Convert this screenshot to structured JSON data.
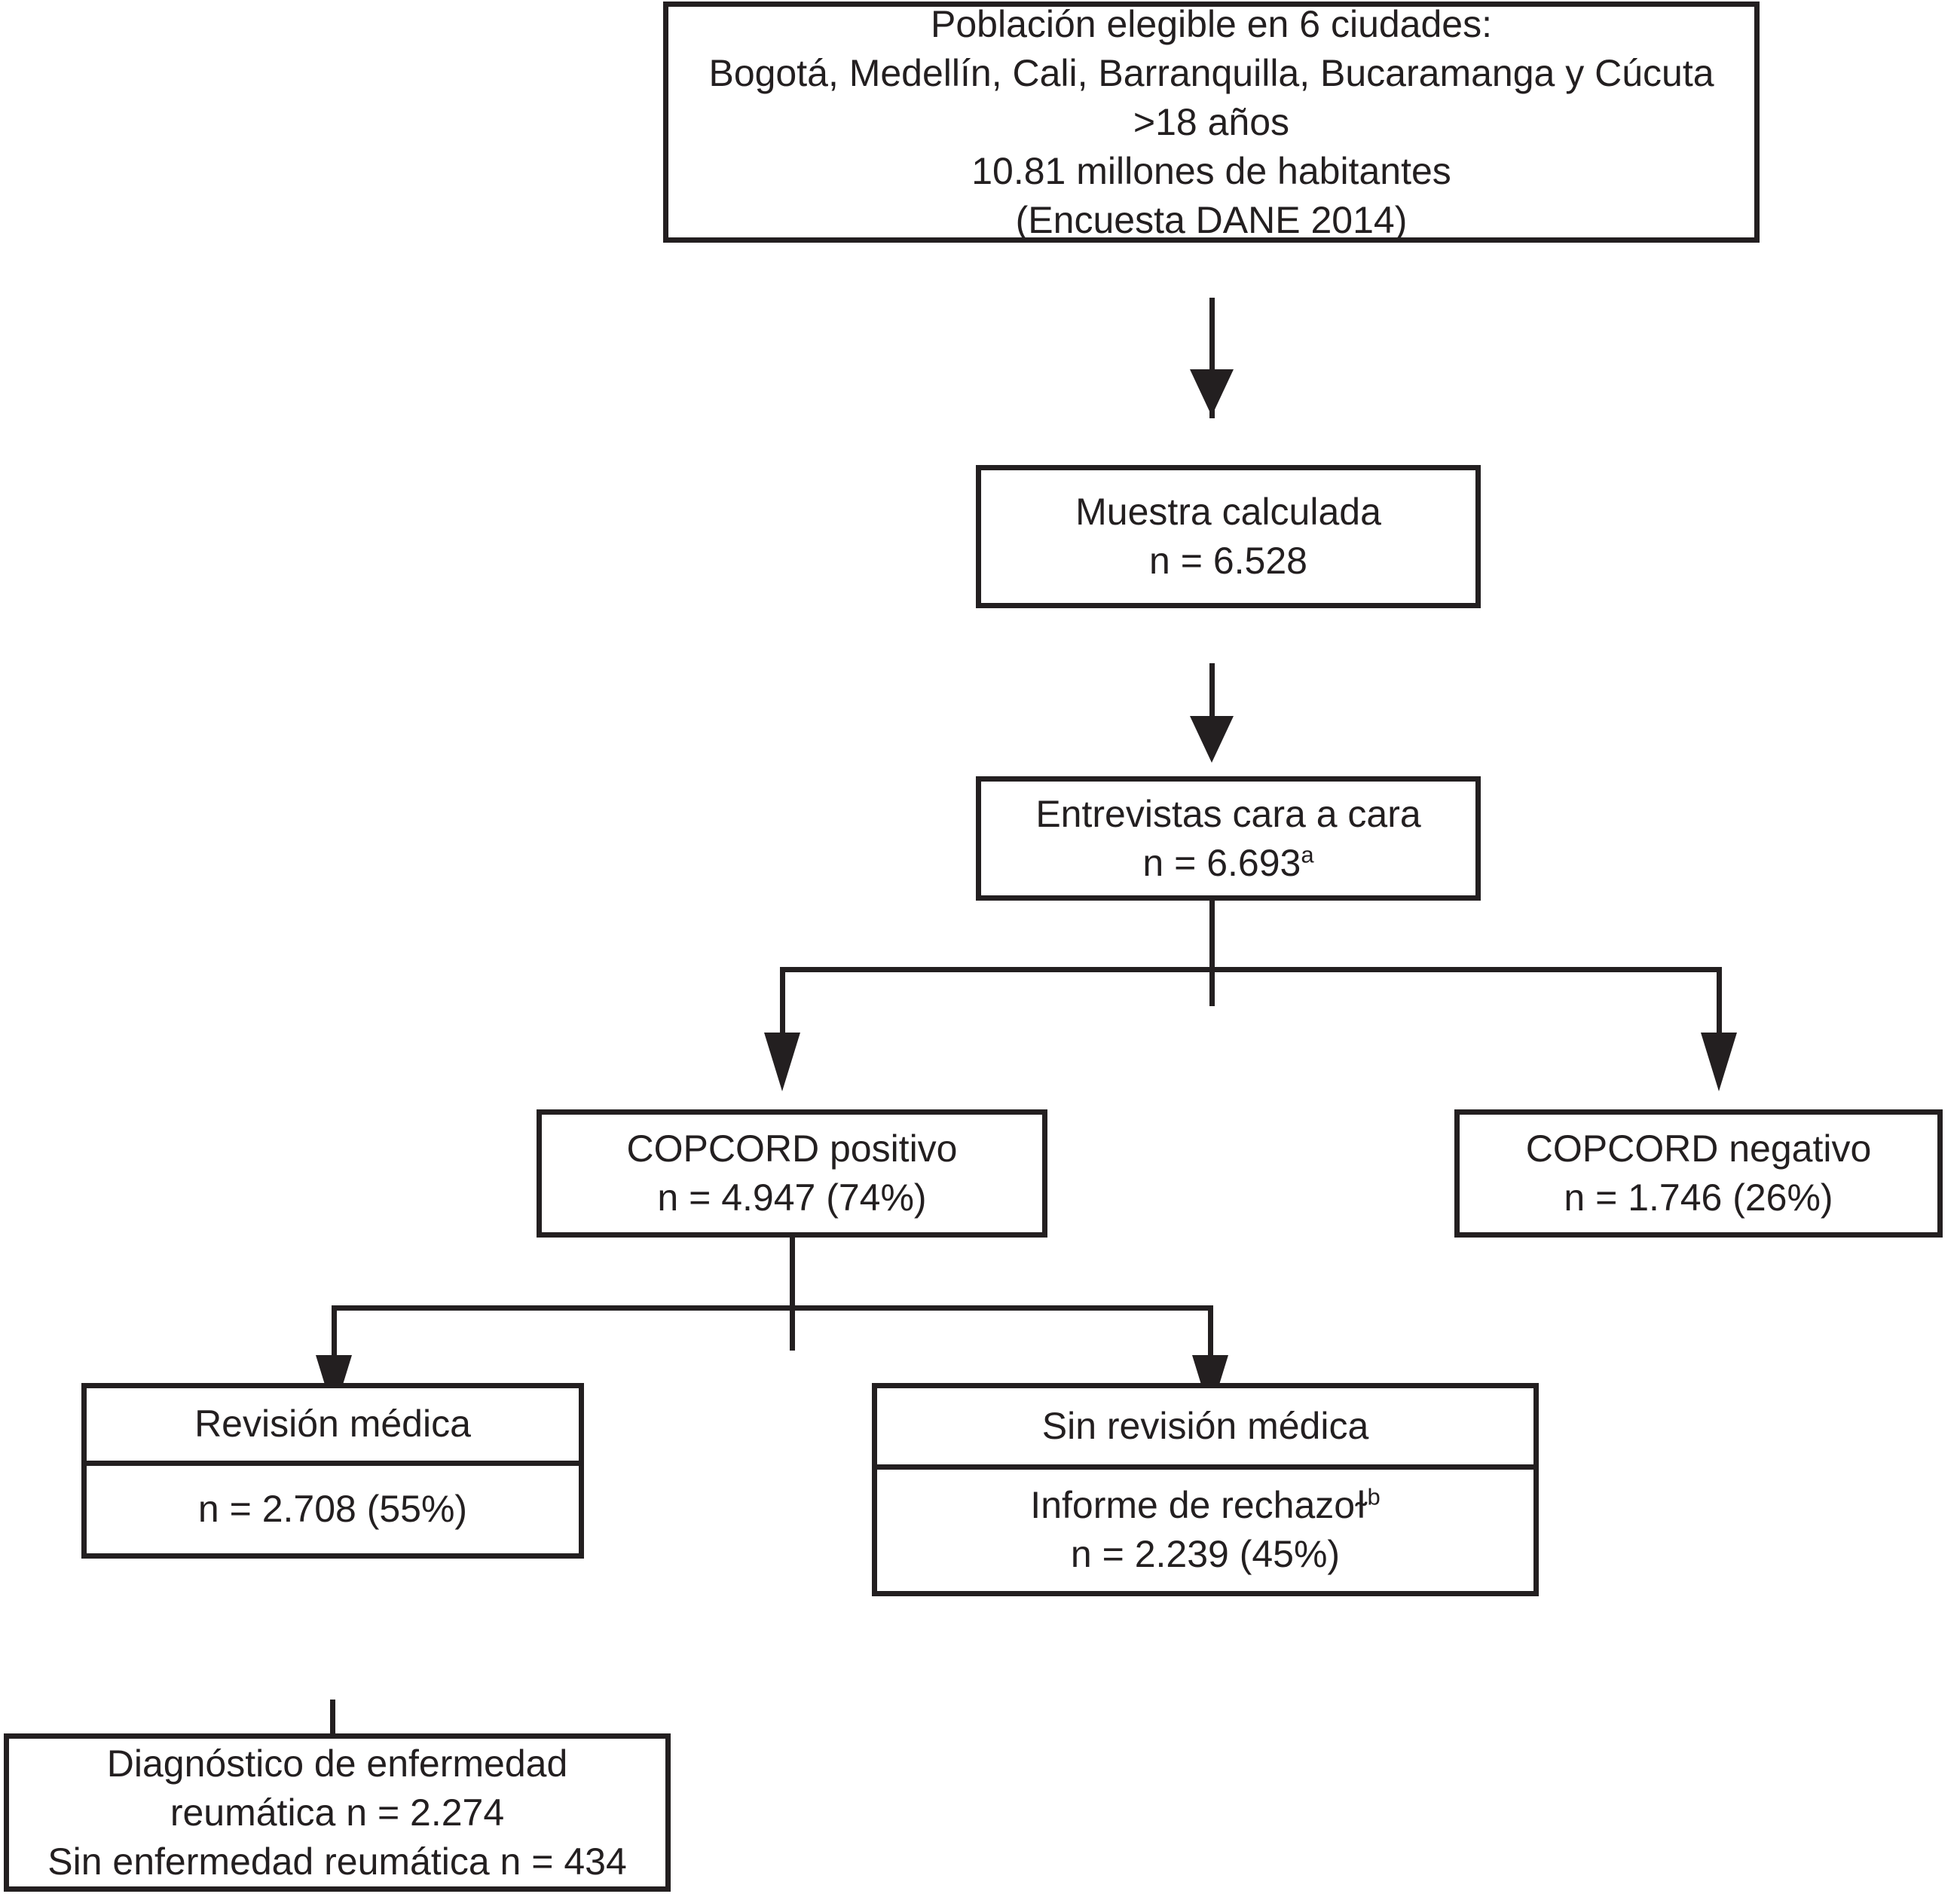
{
  "diagram": {
    "title": "Diagrama de flujo del estudio COPCORD",
    "ink_color": "#231f20",
    "background_color": "#ffffff",
    "nodes": {
      "eligible_population": {
        "lines": [
          "Población elegible en 6 ciudades:",
          "Bogotá, Medellín, Cali, Barranquilla, Bucaramanga y Cúcuta",
          ">18 años",
          "10.81 millones de habitantes",
          "(Encuesta DANE 2014)"
        ]
      },
      "calculated_sample": {
        "lines": [
          "Muestra calculada",
          "n = 6.528"
        ]
      },
      "face_to_face": {
        "label": "Entrevistas cara a cara",
        "value": "n = 6.693",
        "footnote": "a"
      },
      "copcord_positive": {
        "lines": [
          "COPCORD positivo",
          "n = 4.947 (74%)"
        ]
      },
      "copcord_negative": {
        "lines": [
          "COPCORD negativo",
          "n = 1.746 (26%)"
        ]
      },
      "medical_review": {
        "header": "Revisión médica",
        "body": "n = 2.708 (55%)"
      },
      "no_medical_review": {
        "header": "Sin revisión médica",
        "body_label": "Informe de rechazoɫ",
        "body_footnote": "b",
        "body_value": "n = 2.239 (45%)"
      },
      "diagnosis": {
        "lines": [
          "Diagnóstico de enfermedad",
          "reumática n = 2.274",
          "Sin enfermedad reumática n = 434"
        ]
      }
    }
  },
  "chart_data": {
    "type": "diagram",
    "title": "Flujo de participantes (estudio COPCORD, Colombia)",
    "nodes": [
      {
        "id": "eligible_population",
        "label": "Población elegible en 6 ciudades",
        "cities": [
          "Bogotá",
          "Medellín",
          "Cali",
          "Barranquilla",
          "Bucaramanga",
          "Cúcuta"
        ],
        "age_criterion": ">18 años",
        "population": "10.81 millones de habitantes",
        "source": "(Encuesta DANE 2014)"
      },
      {
        "id": "calculated_sample",
        "label": "Muestra calculada",
        "n": 6528,
        "n_text": "n = 6.528"
      },
      {
        "id": "face_to_face",
        "label": "Entrevistas cara a cara",
        "n": 6693,
        "n_text": "n = 6.693",
        "footnote": "a"
      },
      {
        "id": "copcord_positive",
        "label": "COPCORD positivo",
        "n": 4947,
        "percent": 74,
        "n_text": "n = 4.947 (74%)"
      },
      {
        "id": "copcord_negative",
        "label": "COPCORD negativo",
        "n": 1746,
        "percent": 26,
        "n_text": "n = 1.746 (26%)"
      },
      {
        "id": "medical_review",
        "label": "Revisión médica",
        "n": 2708,
        "percent": 55,
        "n_text": "n = 2.708 (55%)"
      },
      {
        "id": "no_medical_review",
        "label": "Sin revisión médica",
        "sublabel": "Informe de rechazoɫ",
        "footnote": "b",
        "n": 2239,
        "percent": 45,
        "n_text": "n = 2.239 (45%)"
      },
      {
        "id": "diagnosis",
        "label": "Diagnóstico de enfermedad reumática",
        "n_rheumatic": 2274,
        "n_non_rheumatic": 434,
        "n_text": "reumática n = 2.274 / Sin enfermedad reumática n = 434"
      }
    ],
    "edges": [
      {
        "from": "eligible_population",
        "to": "calculated_sample",
        "arrow": true
      },
      {
        "from": "calculated_sample",
        "to": "face_to_face",
        "arrow": true
      },
      {
        "from": "face_to_face",
        "to": "copcord_positive",
        "arrow": true
      },
      {
        "from": "face_to_face",
        "to": "copcord_negative",
        "arrow": true
      },
      {
        "from": "copcord_positive",
        "to": "medical_review",
        "arrow": true
      },
      {
        "from": "copcord_positive",
        "to": "no_medical_review",
        "arrow": true
      },
      {
        "from": "medical_review",
        "to": "diagnosis",
        "arrow": false
      }
    ]
  }
}
